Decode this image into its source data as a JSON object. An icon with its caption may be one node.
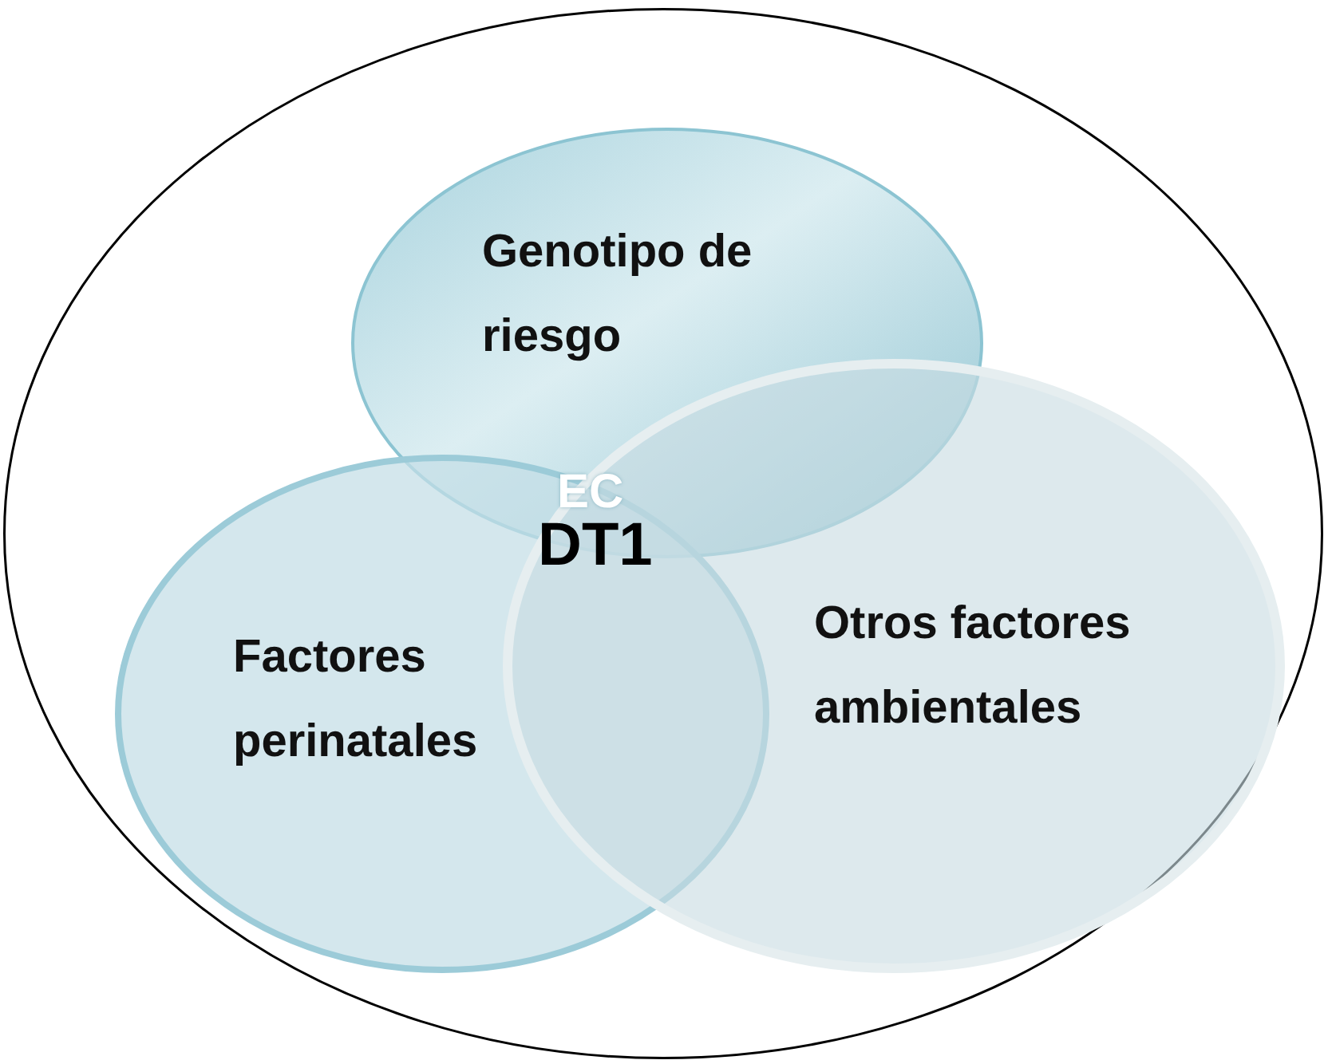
{
  "diagram": {
    "nodes": [
      {
        "text": [],
        "shape": "ellipse"
      },
      {
        "text": [
          "Genotipo de riesgo"
        ],
        "in": 0
      },
      {
        "text": [
          "Factores perinatales"
        ],
        "in": 0
      },
      {
        "text": [
          "Otros factores ambientales"
        ],
        "in": 0
      }
    ],
    "edges": [],
    "labels": [
      "EC",
      "DT1"
    ]
  }
}
